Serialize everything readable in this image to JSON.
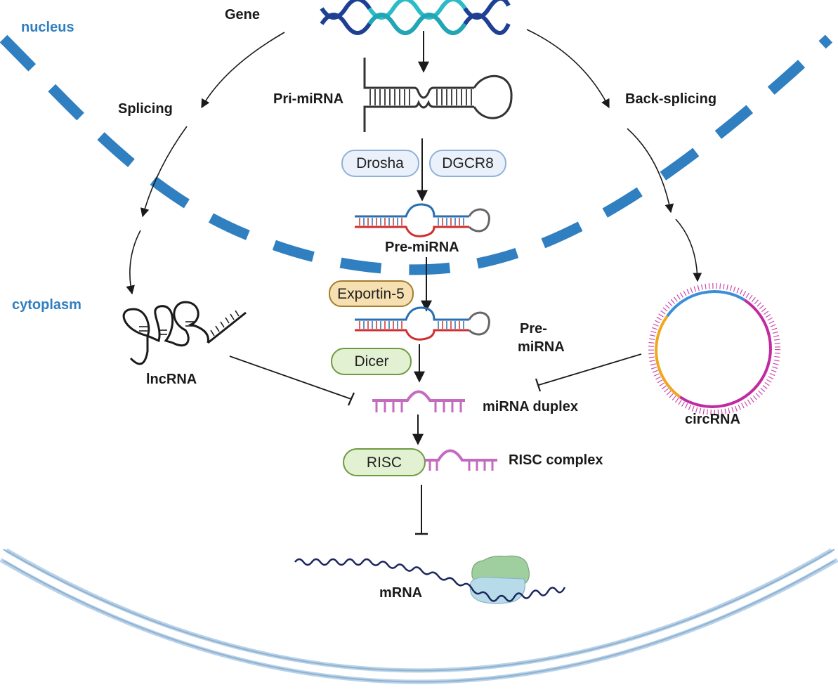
{
  "regions": {
    "nucleus": "nucleus",
    "cytoplasm": "cytoplasm"
  },
  "labels": {
    "gene": "Gene",
    "pri_mirna": "Pri-miRNA",
    "splicing": "Splicing",
    "back_splicing": "Back-splicing",
    "pre_mirna_nucleus": "Pre-miRNA",
    "pre_mirna_cyto_line1": "Pre-",
    "pre_mirna_cyto_line2": "miRNA",
    "lncrna": "lncRNA",
    "circrna": "circRNA",
    "mirna_duplex": "miRNA duplex",
    "risc_complex": "RISC complex",
    "mrna": "mRNA"
  },
  "proteins": {
    "drosha": "Drosha",
    "dgcr8": "DGCR8",
    "exportin5": "Exportin-5",
    "dicer": "Dicer",
    "risc": "RISC"
  },
  "colors": {
    "nuclear_envelope": "#2f7fc1",
    "region_text": "#2f7fc1",
    "drosha_fill": "#eaf1fa",
    "drosha_stroke": "#8fb2d8",
    "exportin_fill": "#f6dfb0",
    "exportin_stroke": "#a47c2e",
    "dicer_fill": "#e2f1d2",
    "dicer_stroke": "#6e9a3f",
    "mirna": "#c46bbf",
    "rna_blue": "#2a6fb0",
    "rna_red": "#d12f2f",
    "mrna": "#1c2660",
    "ribosome_top": "#9fcf9f",
    "ribosome_bottom": "#b7dbe8",
    "cell_membrane": "#b9d2e9",
    "dna_dark": "#1f3f94",
    "dna_teal": "#2bbcc8",
    "circ_blue": "#3a8fd8",
    "circ_magenta": "#c22aa0",
    "circ_orange": "#f0a71e"
  }
}
